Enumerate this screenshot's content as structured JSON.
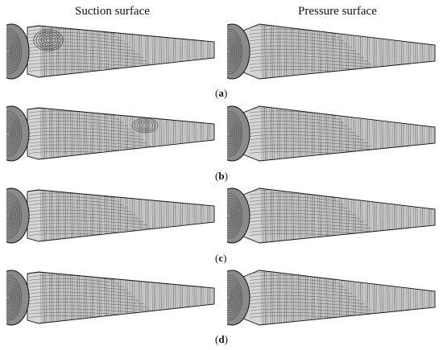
{
  "columns": {
    "left": "Suction surface",
    "right": "Pressure surface"
  },
  "rows": [
    {
      "label_open": "(",
      "label_letter": "a",
      "label_close": ")"
    },
    {
      "label_open": "(",
      "label_letter": "b",
      "label_close": ")"
    },
    {
      "label_open": "(",
      "label_letter": "c",
      "label_close": ")"
    },
    {
      "label_open": "(",
      "label_letter": "d",
      "label_close": ")"
    }
  ],
  "colors": {
    "blade_fill": "#d6d6d6",
    "streak": "#2a2a2a",
    "hub_fill": "#8a8a8a",
    "outline": "#111111"
  }
}
